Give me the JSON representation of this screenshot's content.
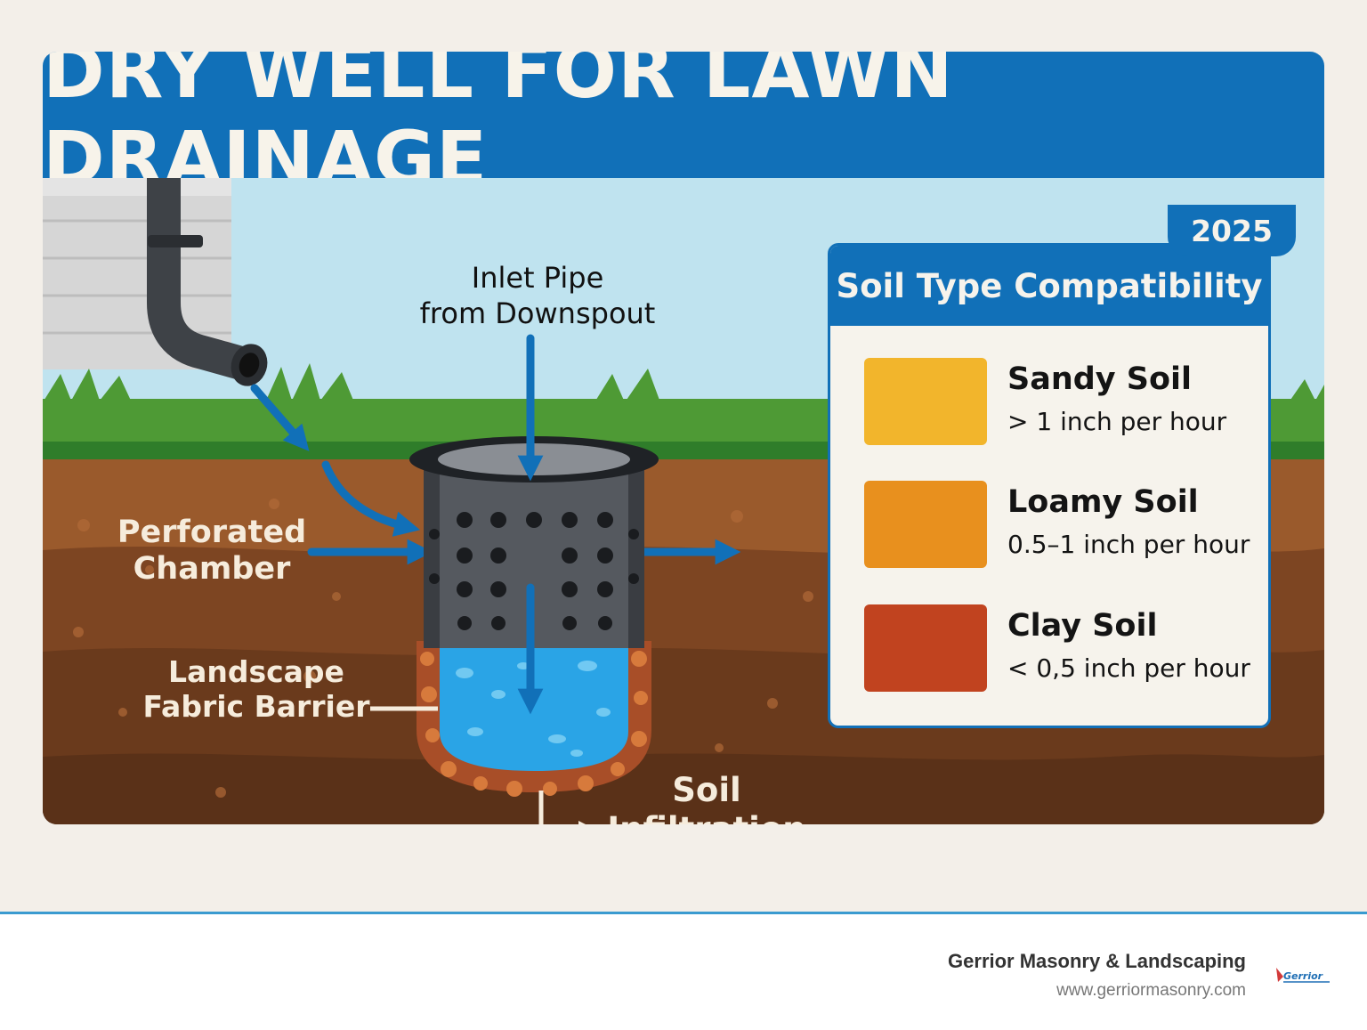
{
  "header": {
    "title": "DRY WELL FOR LAWN DRAINAGE",
    "year": "2025"
  },
  "labels": {
    "inlet_line1": "Inlet Pipe",
    "inlet_line2": "from Downspout",
    "chamber_line1": "Perforated",
    "chamber_line2": "Chamber",
    "fabric_line1": "Landscape",
    "fabric_line2": "Fabric Barrier",
    "infiltration_line1": "Soil",
    "infiltration_line2": "Infiltration"
  },
  "soil_panel": {
    "title": "Soil Type Compatibility",
    "items": [
      {
        "name": "Sandy Soil",
        "rate": "> 1 inch per hour",
        "color": "#f2b52c"
      },
      {
        "name": "Loamy Soil",
        "rate": "0.5–1 inch per hour",
        "color": "#e8901e"
      },
      {
        "name": "Clay Soil",
        "rate": "< 0,5 inch per hour",
        "color": "#c1431f"
      }
    ]
  },
  "colors": {
    "accent_blue": "#1170b8",
    "sky": "#bfe3ef",
    "grass": "#4e9a35",
    "soil_top": "#9a5a2c",
    "soil_bottom": "#5a3118",
    "water": "#2aa4e6"
  },
  "footer": {
    "company": "Gerrior Masonry & Landscaping",
    "url": "www.gerriormasonry.com",
    "logo_text": "Gerrior"
  }
}
